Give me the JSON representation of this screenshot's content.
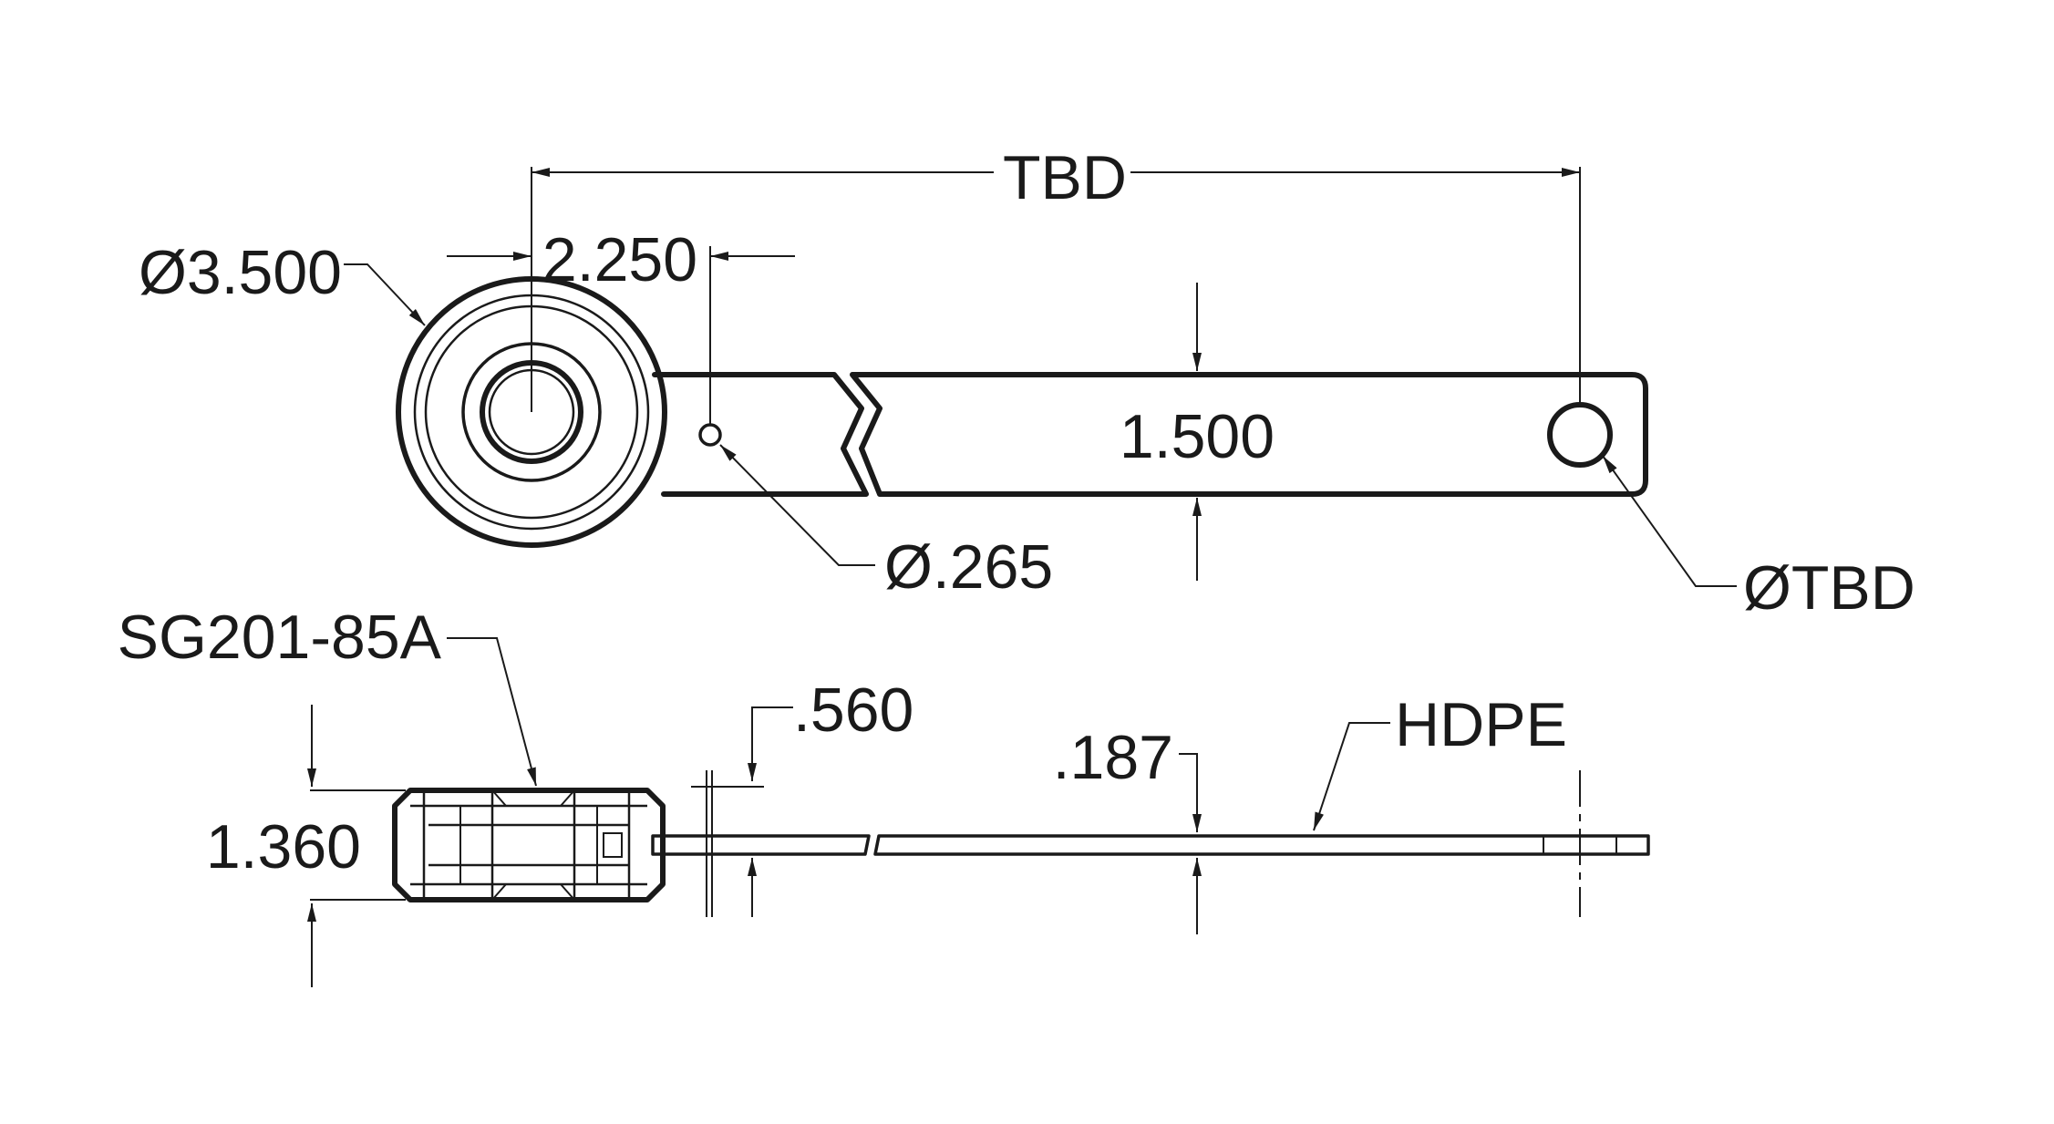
{
  "dimensions": {
    "overall_length": "TBD",
    "wheel_diameter": "Ø3.500",
    "pivot_offset": "2.250",
    "arm_width": "1.500",
    "small_hole": "Ø.265",
    "end_hole": "ØTBD",
    "wheel_part": "SG201-85A",
    "hub_offset": ".560",
    "arm_thickness": ".187",
    "material": "HDPE",
    "wheel_height": "1.360"
  },
  "colors": {
    "line": "#1a1a1a",
    "background": "#ffffff"
  }
}
